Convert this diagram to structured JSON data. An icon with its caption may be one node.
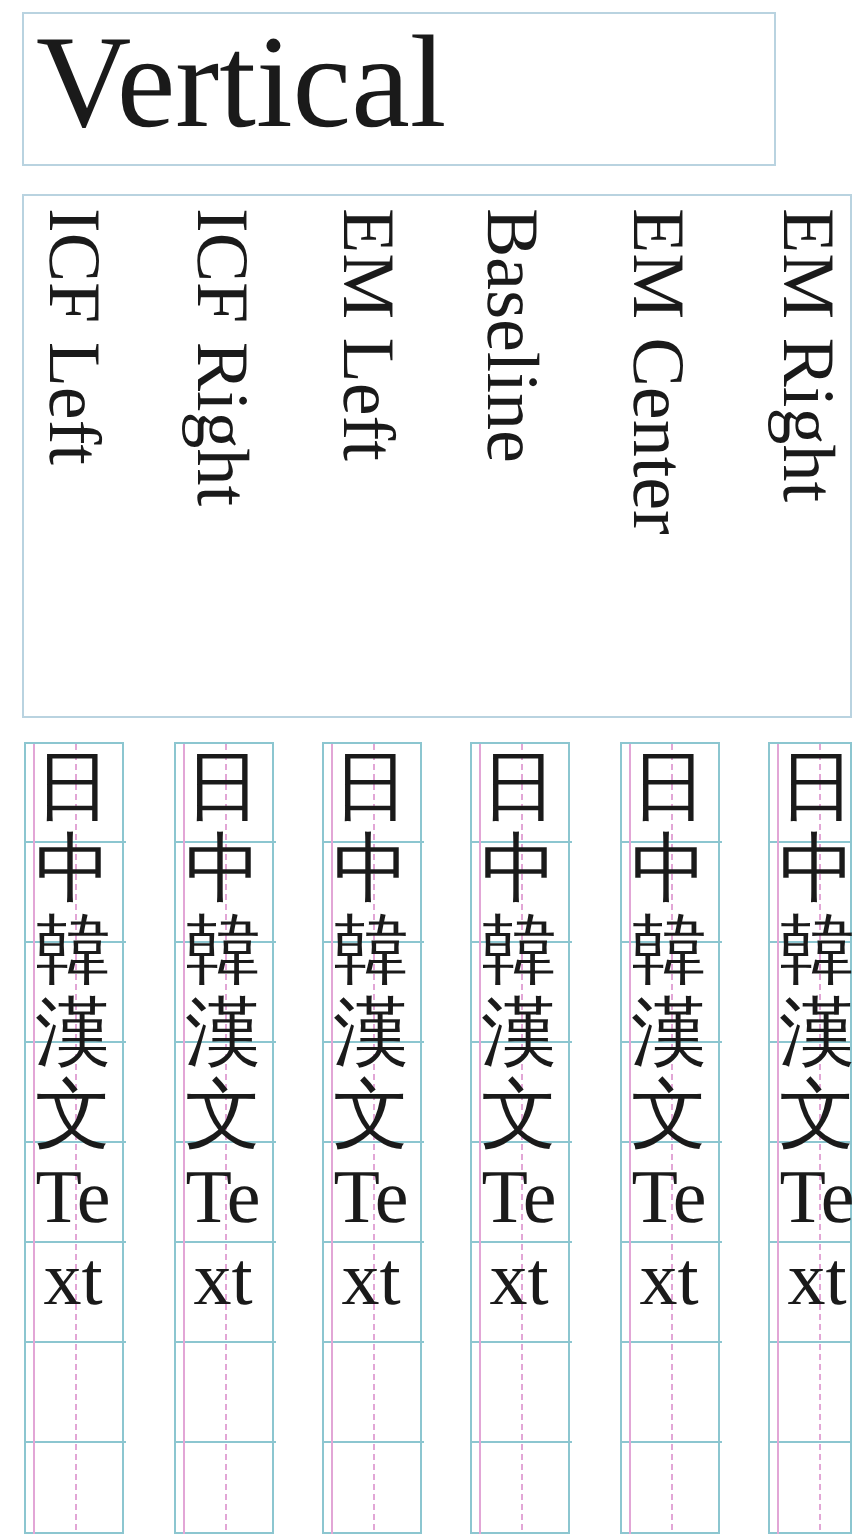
{
  "diagram": {
    "nodes": [
      {
        "text": [
          "Vertical"
        ]
      },
      {
        "text": [
          "ICF Left",
          "ICF Right",
          "EM Left",
          "Baseline",
          "EM Center",
          "EM Right"
        ]
      },
      {
        "text": [
          "日中韓漢文Text"
        ]
      },
      {
        "text": [
          "日中韓漢文Text"
        ]
      },
      {
        "text": [
          "日中韓漢文Text"
        ]
      },
      {
        "text": [
          "日中韓漢文Text"
        ]
      },
      {
        "text": [
          "日中韓漢文Text"
        ]
      },
      {
        "text": [
          "日中韓漢文Text"
        ]
      }
    ],
    "edges": []
  }
}
